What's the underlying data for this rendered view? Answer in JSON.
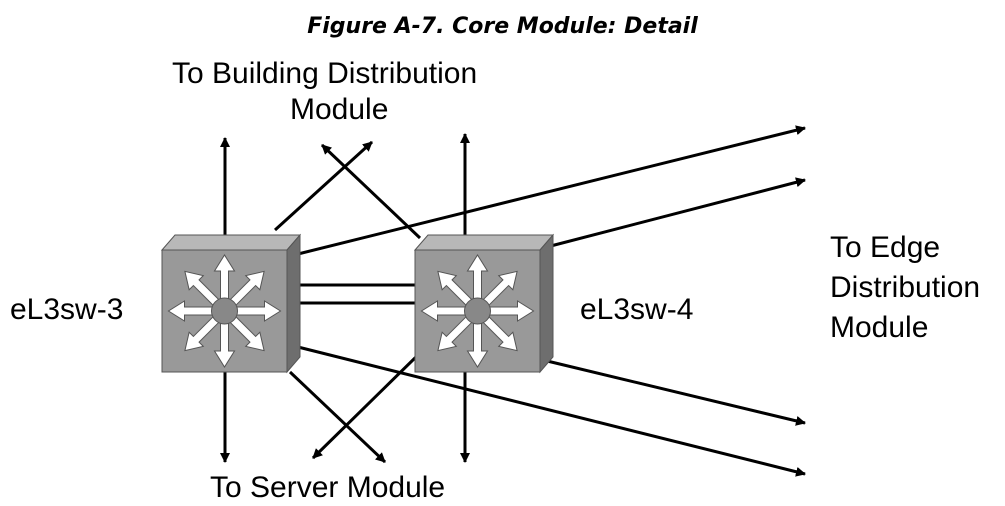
{
  "figure": {
    "caption": "Figure A-7. Core Module: Detail"
  },
  "labels": {
    "building_line1": "To Building Distribution",
    "building_line2": "Module",
    "server": "To Server Module",
    "edge_line1": "To Edge",
    "edge_line2": "Distribution",
    "edge_line3": "Module"
  },
  "switches": [
    {
      "name": "eL3sw-3",
      "icon": "layer3-switch-icon"
    },
    {
      "name": "eL3sw-4",
      "icon": "layer3-switch-icon"
    }
  ],
  "colors": {
    "switch_front": "#999999",
    "switch_top": "#b8b8b8",
    "switch_side": "#6e6e6e",
    "arrow_white": "#ffffff",
    "line": "#000000"
  }
}
